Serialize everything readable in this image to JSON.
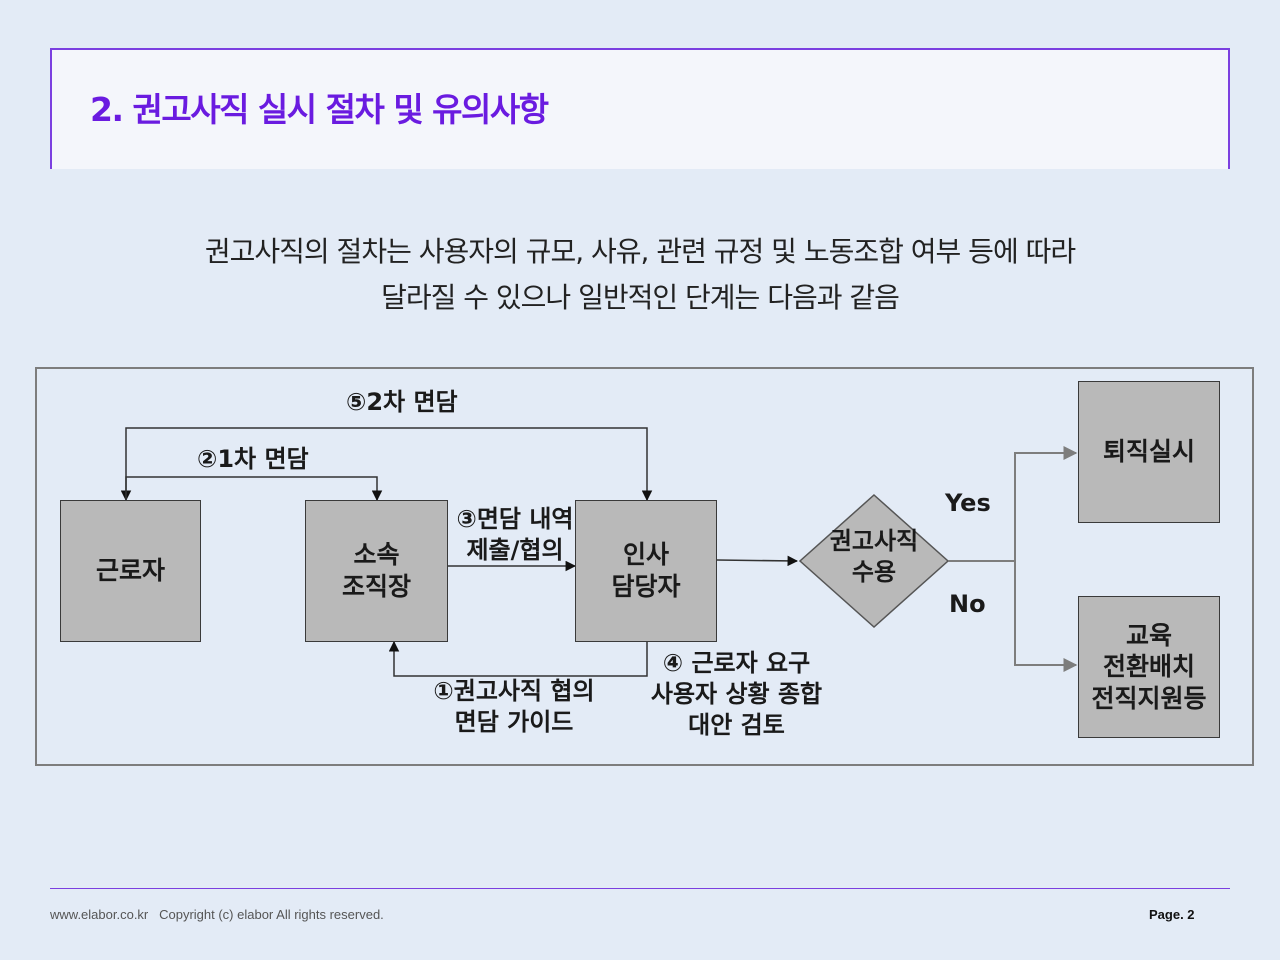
{
  "header": {
    "title": "2. 권고사직 실시 절차 및 유의사항"
  },
  "intro": {
    "line1": "권고사직의 절차는 사용자의 규모, 사유, 관련 규정 및 노동조합 여부 등에 따라",
    "line2": "달라질 수 있으나 일반적인 단계는 다음과 같음"
  },
  "flowchart": {
    "nodes": {
      "worker": "근로자",
      "dept_manager": "소속\n조직장",
      "hr_manager": "인사\n담당자",
      "decision": "권고사직\n수용",
      "retire": "퇴직실시",
      "alternative": "교육\n전환배치\n전직지원등"
    },
    "edge_labels": {
      "step1": "①권고사직 협의\n면담 가이드",
      "step2": "②1차 면담",
      "step3": "③면담 내역\n제출/협의",
      "step4": "④ 근로자 요구\n사용자 상황 종합\n대안 검토",
      "step5": "⑤2차 면담",
      "yes": "Yes",
      "no": "No"
    },
    "colors": {
      "box_fill": "#b9b9b9",
      "line": "#333333",
      "arrow_gray": "#7d7d7d"
    }
  },
  "footer": {
    "copyright": "www.elabor.co.kr   Copyright (c) elabor All rights reserved.",
    "page": "Page. 2"
  }
}
